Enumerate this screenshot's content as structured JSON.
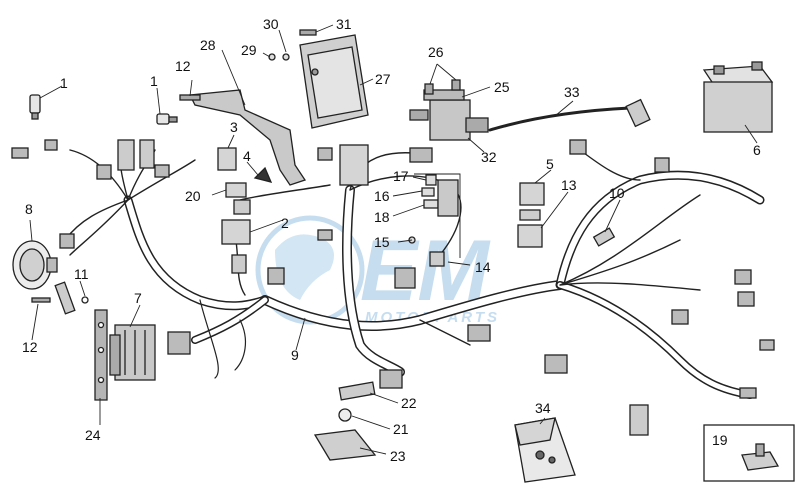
{
  "watermark": {
    "brand": "EM",
    "tagline": "MOTORPARTS",
    "color": "#7fb6dd"
  },
  "callouts": [
    "1",
    "1",
    "2",
    "3",
    "4",
    "5",
    "6",
    "7",
    "8",
    "9",
    "10",
    "11",
    "12",
    "12",
    "13",
    "14",
    "15",
    "16",
    "17",
    "18",
    "19",
    "20",
    "21",
    "22",
    "23",
    "24",
    "25",
    "26",
    "27",
    "28",
    "29",
    "30",
    "31",
    "32",
    "33",
    "34"
  ],
  "colors": {
    "line": "#222222",
    "part_fill": "#d9d9d9",
    "part_dark": "#8a8a8a"
  }
}
